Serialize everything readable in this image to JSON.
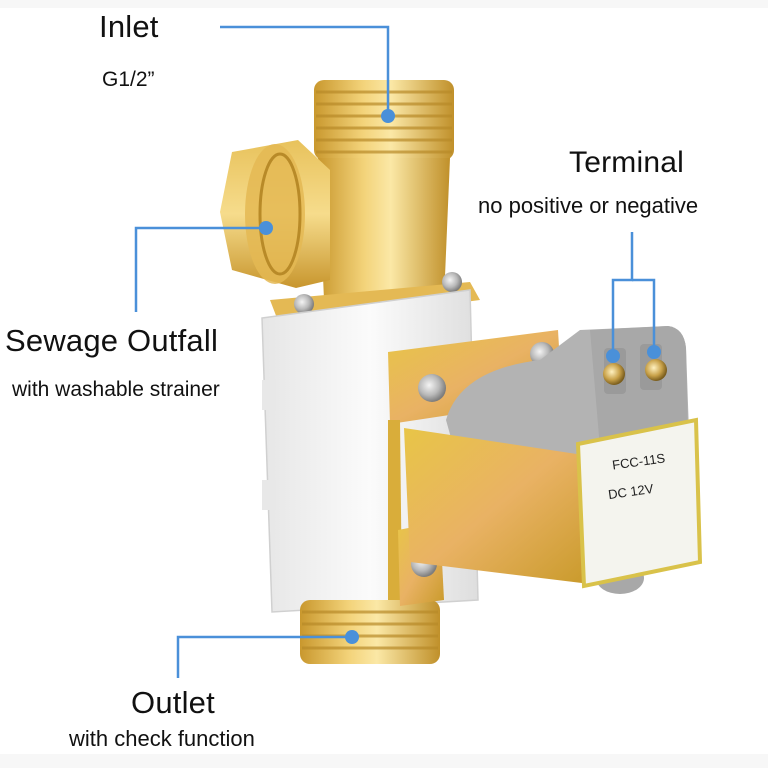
{
  "diagram": {
    "subject": "Solenoid water valve",
    "callout_color": "#4a90d9",
    "labels": {
      "inlet": {
        "title": "Inlet",
        "subtitle": "G1/2”"
      },
      "terminal": {
        "title": "Terminal",
        "subtitle": "no positive or negative"
      },
      "sewage": {
        "title": "Sewage Outfall",
        "subtitle": "with washable strainer"
      },
      "outlet": {
        "title": "Outlet",
        "subtitle": "with check function"
      }
    },
    "coil_label": {
      "model": "FCC-11S",
      "voltage": "DC 12V"
    }
  }
}
